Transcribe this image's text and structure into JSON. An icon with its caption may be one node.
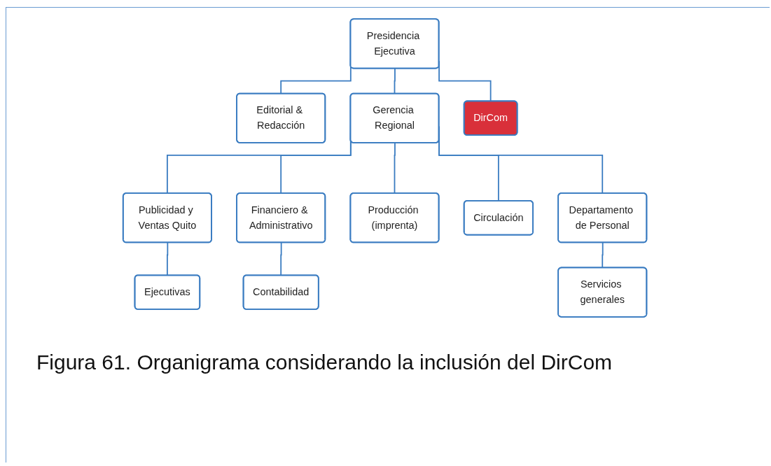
{
  "diagram": {
    "caption": "Figura 61. Organigrama considerando la inclusión del DirCom",
    "nodes": [
      {
        "text": [
          "Presidencia Ejecutiva"
        ]
      },
      {
        "text": [
          "DirCom"
        ]
      },
      {
        "text": [
          "Editorial & Redacción"
        ]
      },
      {
        "text": [
          "Gerencia Regional"
        ]
      },
      {
        "text": [
          "Publicidad y Ventas Quito"
        ]
      },
      {
        "text": [
          "Financiero & Administrativo"
        ]
      },
      {
        "text": [
          "Producción (imprenta)"
        ]
      },
      {
        "text": [
          "Circulación"
        ]
      },
      {
        "text": [
          "Departamento de Personal"
        ]
      },
      {
        "text": [
          "Ejecutivas"
        ]
      },
      {
        "text": [
          "Contabilidad"
        ]
      },
      {
        "text": [
          "Servicios generales"
        ]
      }
    ],
    "edges": [
      {
        "from": 0,
        "to": 1,
        "arrow": "none"
      },
      {
        "from": 0,
        "to": 2,
        "arrow": "none"
      },
      {
        "from": 0,
        "to": 3,
        "arrow": "none"
      },
      {
        "from": 3,
        "to": 4,
        "arrow": "none"
      },
      {
        "from": 3,
        "to": 5,
        "arrow": "none"
      },
      {
        "from": 3,
        "to": 6,
        "arrow": "none"
      },
      {
        "from": 3,
        "to": 7,
        "arrow": "none"
      },
      {
        "from": 3,
        "to": 8,
        "arrow": "none"
      },
      {
        "from": 4,
        "to": 9,
        "arrow": "none"
      },
      {
        "from": 5,
        "to": 10,
        "arrow": "none"
      },
      {
        "from": 8,
        "to": 11,
        "arrow": "none"
      }
    ]
  }
}
